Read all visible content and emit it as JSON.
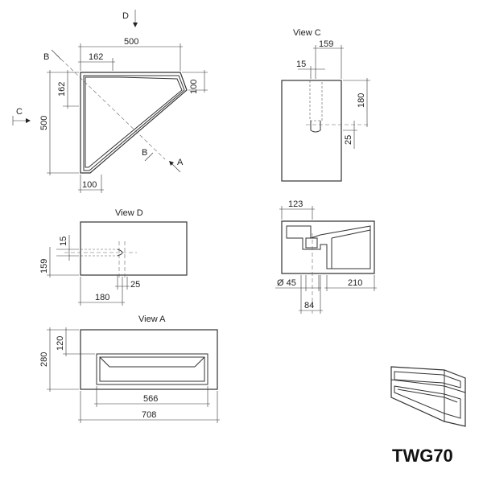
{
  "model": "TWG70",
  "views": {
    "top": {
      "arrow_d": "D",
      "arrow_c": "C",
      "arrow_b": "B",
      "arrow_a": "A",
      "dim_width": "500",
      "dim_depth": "500",
      "dim_162_top": "162",
      "dim_162_side": "162",
      "dim_100_right": "100",
      "dim_100_bottom": "100"
    },
    "view_c": {
      "title": "View C",
      "dim_159": "159",
      "dim_15": "15",
      "dim_180": "180",
      "dim_25": "25"
    },
    "view_d": {
      "title": "View D",
      "dim_15": "15",
      "dim_159": "159",
      "dim_25": "25",
      "dim_180": "180"
    },
    "section_b": {
      "dim_123": "123",
      "dim_drain": "Ø 45",
      "dim_210": "210",
      "dim_84": "84"
    },
    "view_a": {
      "title": "View A",
      "dim_280": "280",
      "dim_120": "120",
      "dim_566": "566",
      "dim_708": "708"
    }
  }
}
